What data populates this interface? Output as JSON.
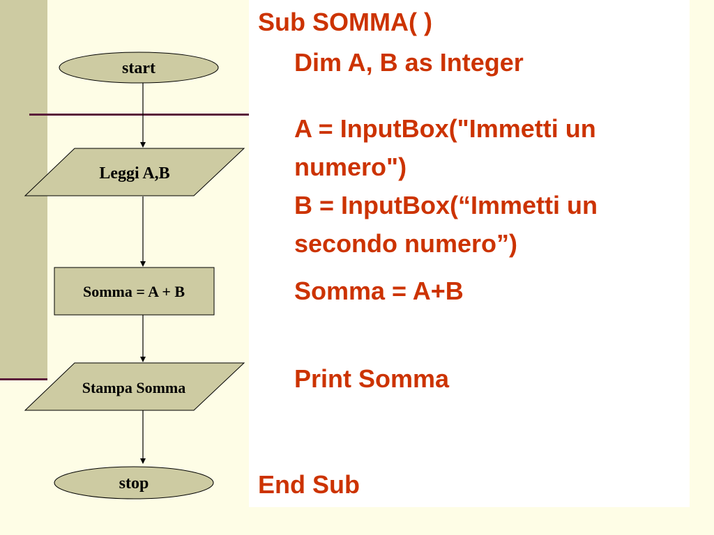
{
  "flowchart": {
    "start_label": "start",
    "input_label": "Leggi A,B",
    "process_label": "Somma = A + B",
    "output_label": "Stampa Somma",
    "stop_label": "stop"
  },
  "code": {
    "sub_header": "Sub SOMMA( )",
    "dim_line": "Dim A, B as Integer",
    "input_a_line1": "A = InputBox(\"Immetti un",
    "input_a_line2": "numero\")",
    "input_b_line1": "B = InputBox(“Immetti un",
    "input_b_line2": "secondo numero”)",
    "sum_line": "Somma = A+B",
    "print_line": "Print Somma",
    "end_line": "End Sub"
  },
  "colors": {
    "background": "#fefde6",
    "left_bar": "#cdcba2",
    "shape_fill": "#cdcba2",
    "code_text": "#cc3300",
    "divider_line": "#5a1a3a"
  }
}
